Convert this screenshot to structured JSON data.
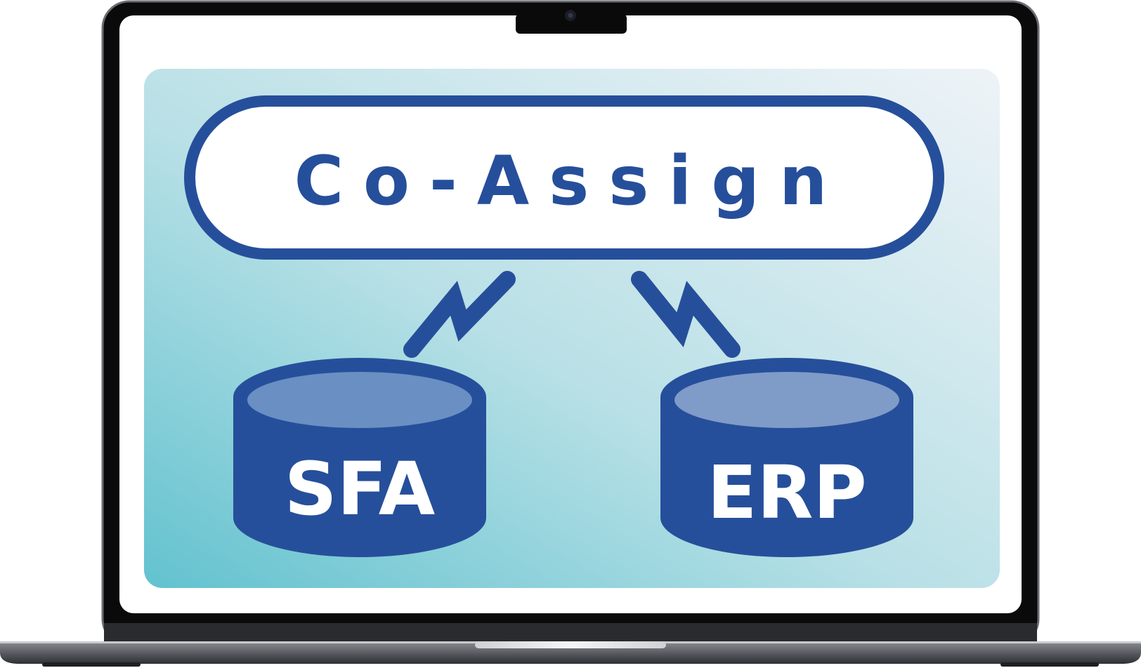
{
  "diagram": {
    "title": "Co-Assign",
    "nodes": [
      {
        "id": "sfa",
        "label": "SFA"
      },
      {
        "id": "erp",
        "label": "ERP"
      }
    ]
  },
  "colors": {
    "accent_blue": "#264f9b",
    "database_lid": "#6a8fc3",
    "panel_teal": "#62c2cf",
    "panel_light": "#e7eef3",
    "laptop_bezel": "#0a0a0a",
    "laptop_base": "#5a5d63"
  },
  "icons": {
    "left_connector": "lightning-bolt-icon",
    "right_connector": "lightning-bolt-icon",
    "webcam": "camera-icon"
  }
}
